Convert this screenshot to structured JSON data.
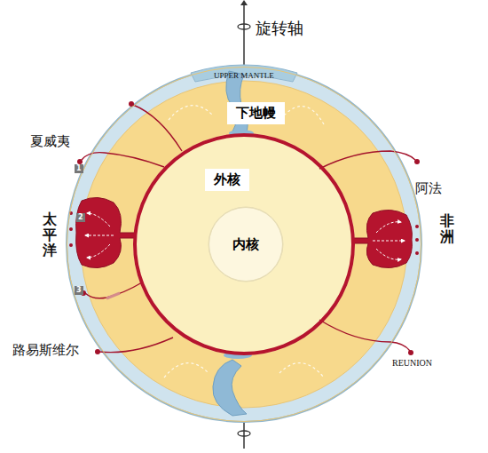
{
  "diagram": {
    "nodes": [
      {
        "text": [
          "下地幔"
        ]
      },
      {
        "text": [
          "外核"
        ],
        "in": 0
      },
      {
        "text": [
          "内核"
        ],
        "in": 1
      }
    ],
    "labels": [
      "旋转轴",
      "UPPER MANTLE",
      "夏威夷",
      "1",
      "2",
      "3",
      "太平洋",
      "阿法",
      "非洲",
      "路易斯维尔",
      "REUNION"
    ]
  }
}
